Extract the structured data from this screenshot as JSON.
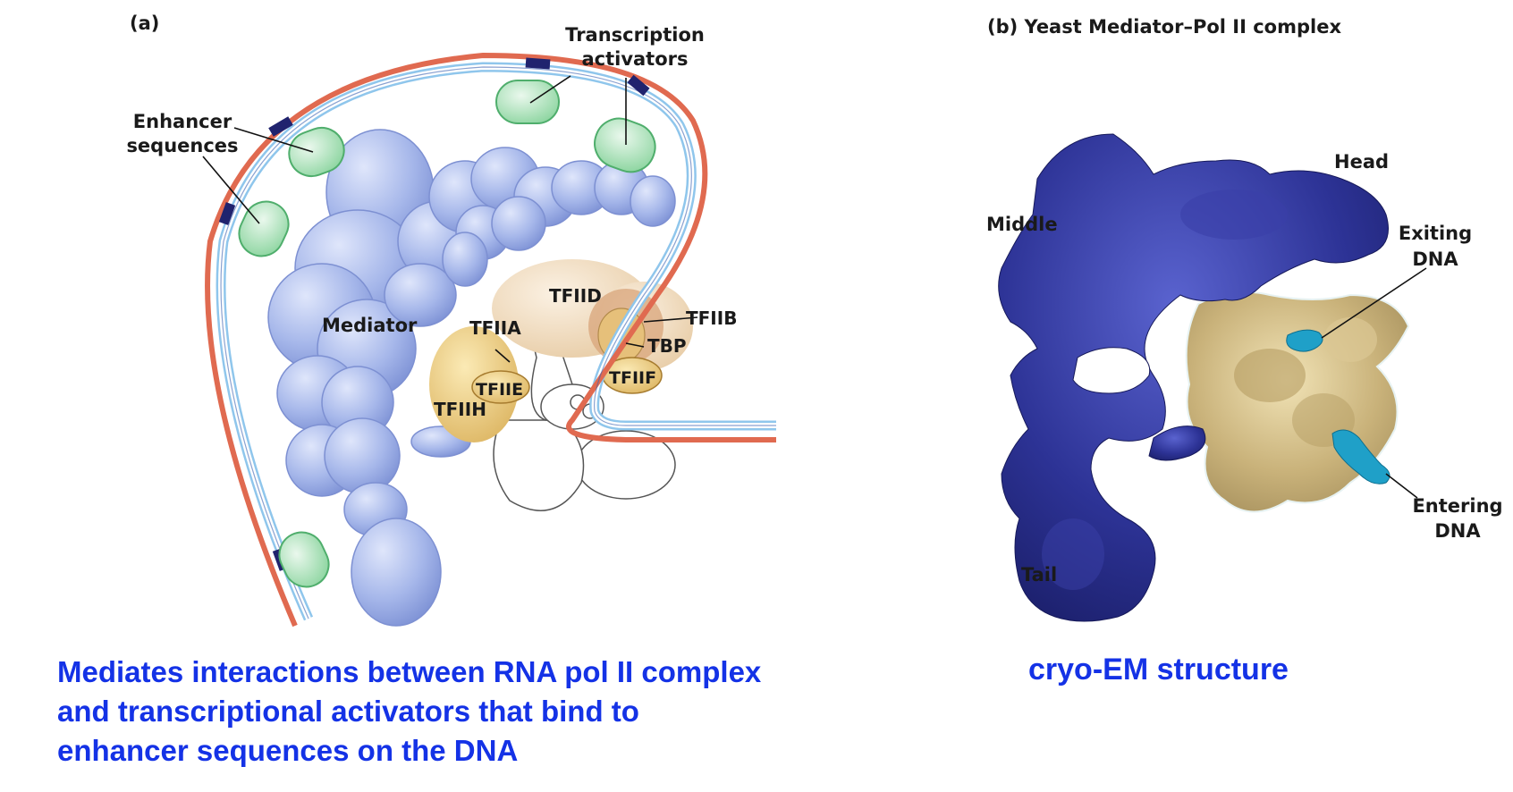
{
  "panel_a": {
    "letter": "(a)",
    "labels": {
      "transcription_activators_1": "Transcription",
      "transcription_activators_2": "activators",
      "enhancer_1": "Enhancer",
      "enhancer_2": "sequences",
      "mediator": "Mediator",
      "tfiid": "TFIID",
      "tfiia": "TFIIA",
      "tfiib": "TFIIB",
      "tbp": "TBP",
      "tfiie": "TFIIE",
      "tfiif": "TFIIF",
      "tfiih": "TFIIH"
    },
    "caption": [
      "Mediates interactions between RNA pol II complex",
      "and transcriptional activators that bind to",
      "enhancer sequences on the DNA"
    ]
  },
  "panel_b": {
    "title": "(b)  Yeast Mediator–Pol II complex",
    "labels": {
      "head": "Head",
      "middle": "Middle",
      "tail": "Tail",
      "exiting_1": "Exiting",
      "exiting_2": "DNA",
      "entering_1": "Entering",
      "entering_2": "DNA"
    },
    "caption": "cryo-EM structure"
  },
  "colors": {
    "caption_blue": "#1432e6",
    "mediator_blue": "#8ea2dd",
    "em_navy": "#2a2f94",
    "em_gold": "#c9b27a",
    "dna_red": "#e06a50",
    "dna_blue": "#8fc6ec",
    "activator_green": "#9fdcaf"
  }
}
